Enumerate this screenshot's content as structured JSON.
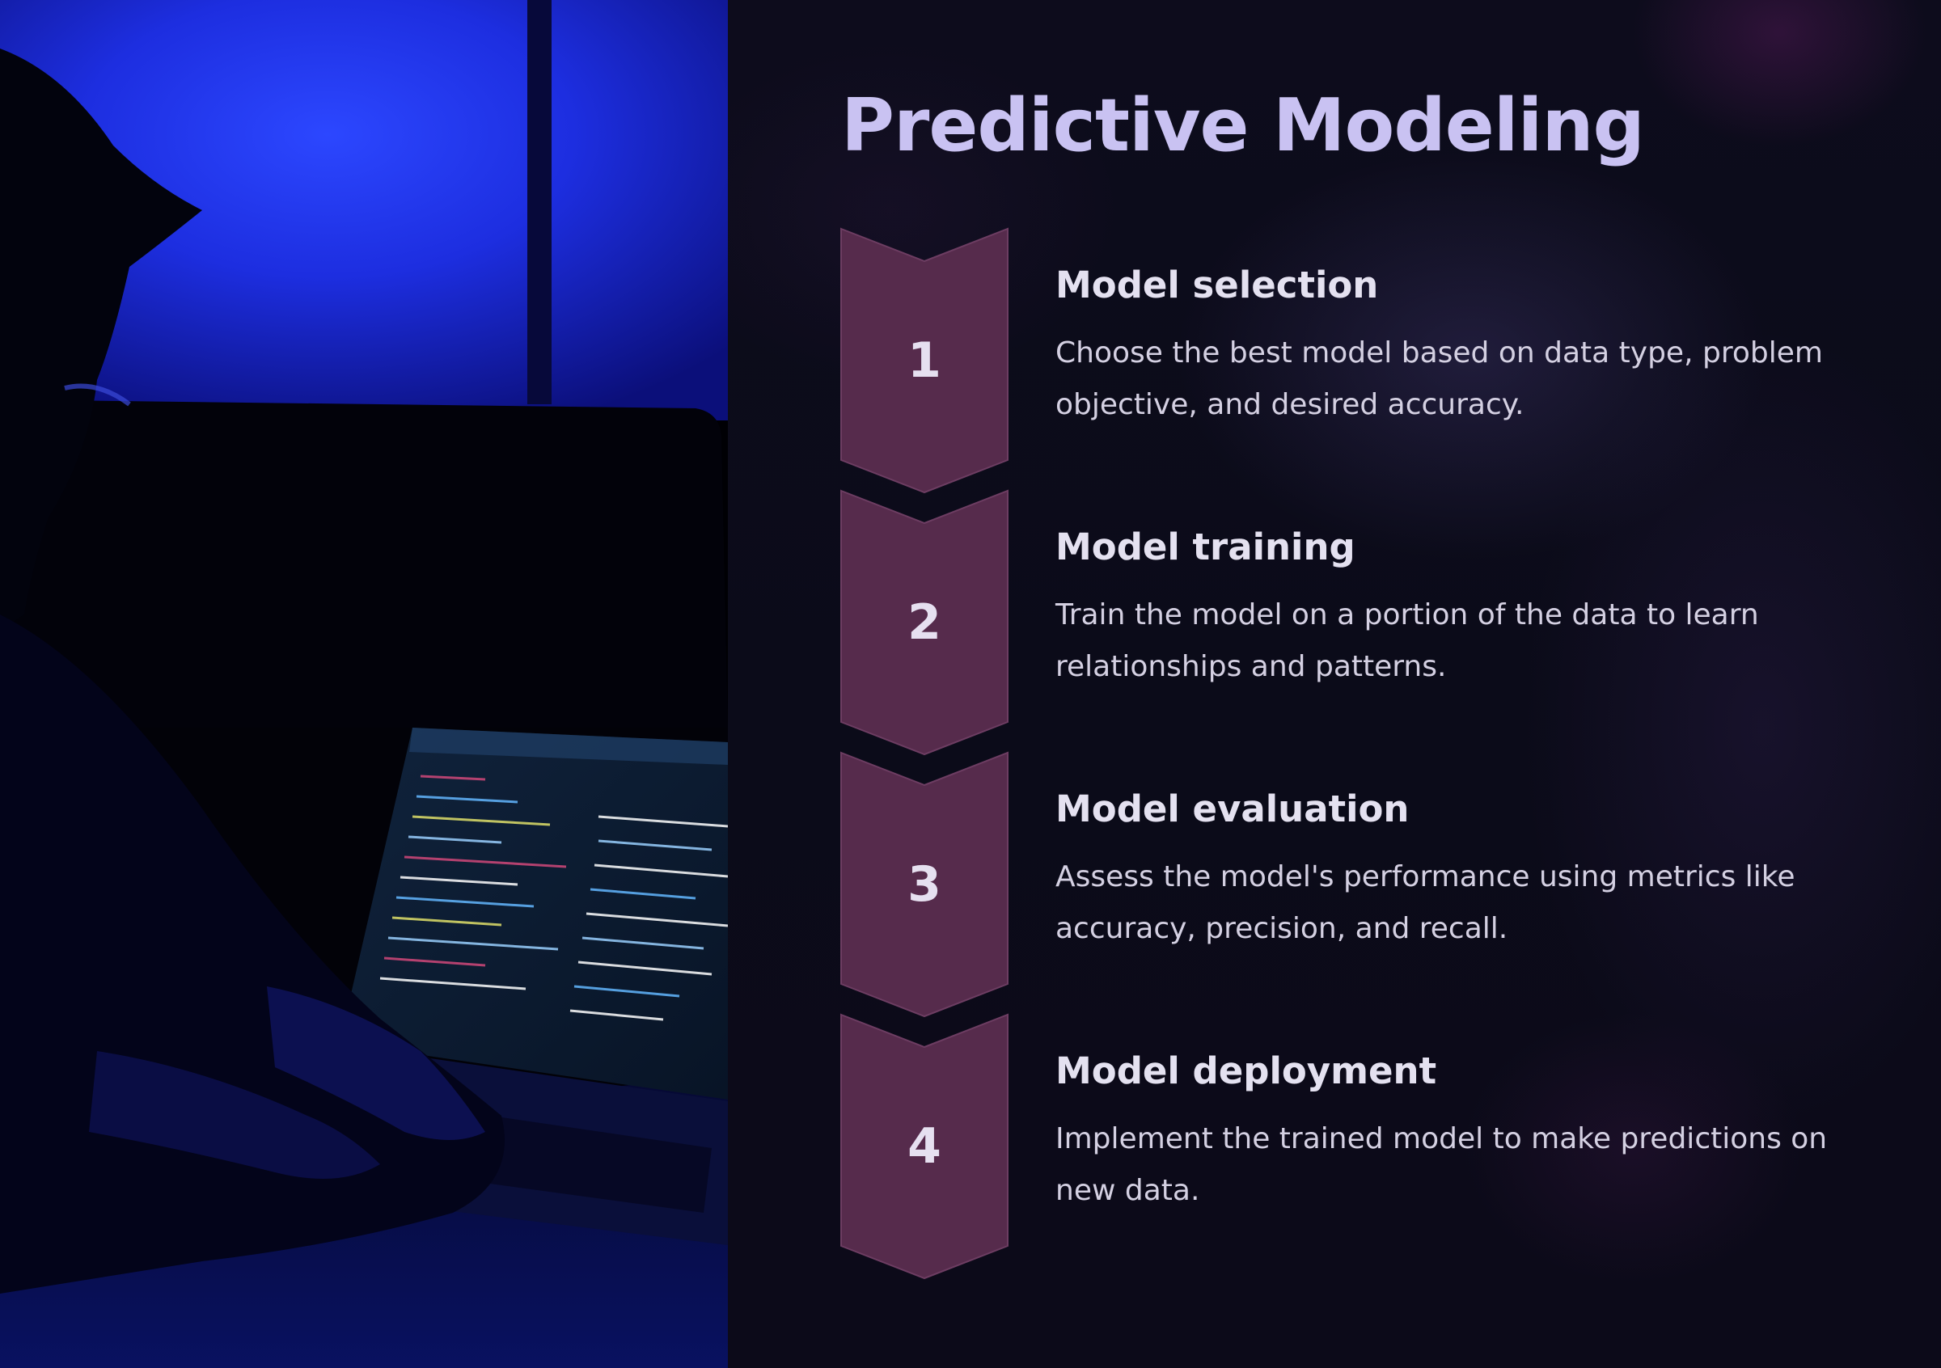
{
  "title": "Predictive Modeling",
  "colors": {
    "title": "#c9c2f2",
    "chevron_fill": "#562b4c",
    "chevron_stroke": "#6d3d62",
    "background": "#0b0b18"
  },
  "steps": [
    {
      "number": "1",
      "title": "Model selection",
      "description": "Choose the best model based on data type, problem objective, and desired accuracy."
    },
    {
      "number": "2",
      "title": "Model training",
      "description": "Train the model on a portion of the data to learn relationships and patterns."
    },
    {
      "number": "3",
      "title": "Model evaluation",
      "description": "Assess the model's performance using metrics like accuracy, precision, and recall."
    },
    {
      "number": "4",
      "title": "Model deployment",
      "description": "Implement the trained model to make predictions on new data."
    }
  ]
}
